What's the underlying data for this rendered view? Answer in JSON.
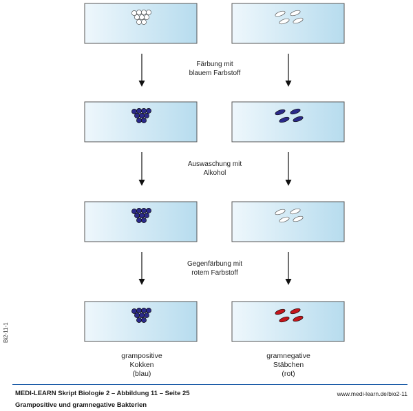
{
  "steps": [
    {
      "label_line1": "Färbung mit",
      "label_line2": "blauem Farbstoff"
    },
    {
      "label_line1": "Auswaschung mit",
      "label_line2": "Alkohol"
    },
    {
      "label_line1": "Gegenfärbung mit",
      "label_line2": "rotem Farbstoff"
    }
  ],
  "captions": {
    "left": {
      "line1": "grampositive",
      "line2": "Kokken",
      "line3": "(blau)"
    },
    "right": {
      "line1": "gramnegative",
      "line2": "Stäbchen",
      "line3": "(rot)"
    }
  },
  "stages": {
    "left": [
      "unstained",
      "blue",
      "blue",
      "blue"
    ],
    "right": [
      "unstained",
      "blue",
      "unstained",
      "red"
    ]
  },
  "colors": {
    "blue": "#2b2a8a",
    "red": "#c4161c",
    "unstained": "#ffffff",
    "slide_light": "#eef7fc",
    "slide_dark": "#b7dcee"
  },
  "side_code": "Bi2-11-1",
  "footer": {
    "title": "MEDI-LEARN Skript Biologie 2 – Abbildung 11 – Seite 25",
    "subtitle": "Grampositive und gramnegative Bakterien",
    "url": "www.medi-learn.de/bio2-11"
  }
}
